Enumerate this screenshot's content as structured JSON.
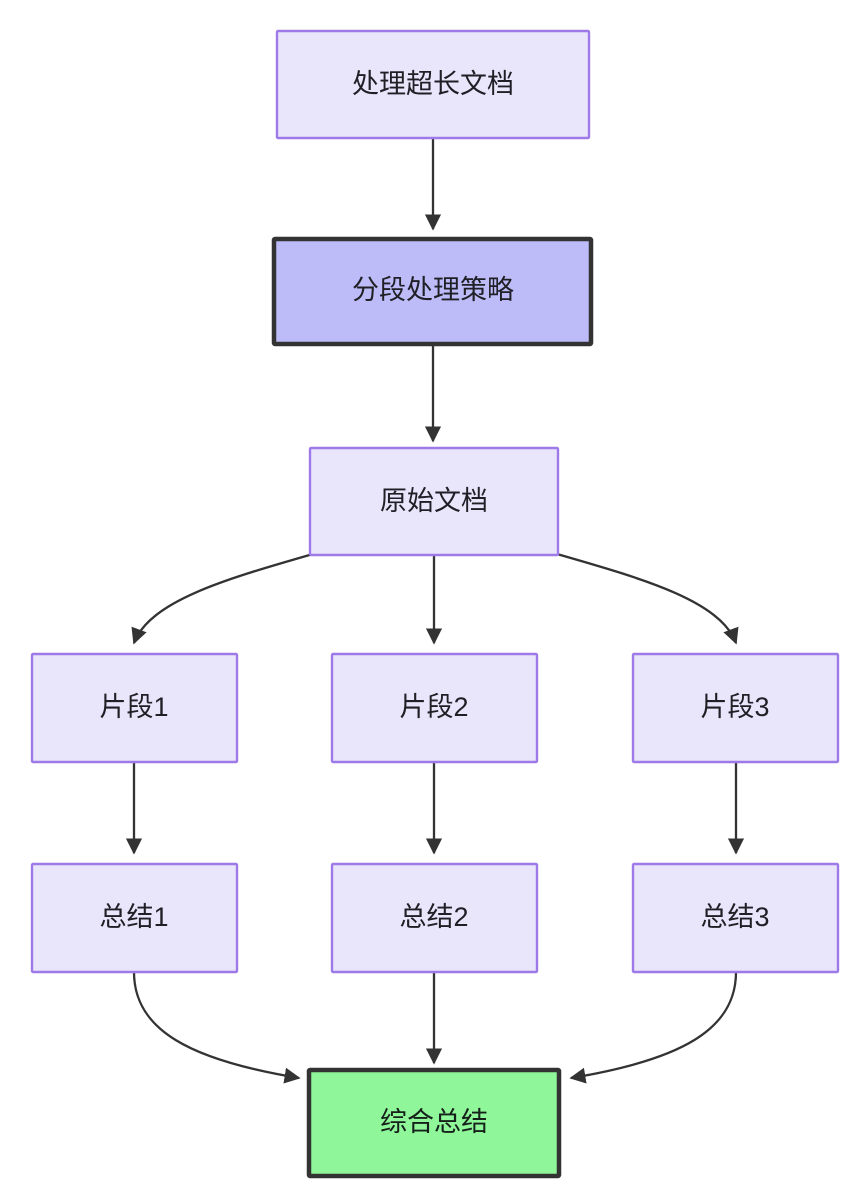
{
  "diagram": {
    "type": "flowchart",
    "direction": "top-to-bottom",
    "background_color": "#ffffff",
    "palette": {
      "node_fill": "#e9e6fc",
      "node_stroke": "#9d7ae8",
      "highlight_fill": "#bdbcf8",
      "highlight_stroke": "#333333",
      "final_fill": "#8ff79a",
      "final_stroke": "#333333",
      "edge_stroke": "#333333",
      "text_color": "#1f1f25"
    },
    "nodes": [
      {
        "id": "n1",
        "label": "处理超长文档",
        "style": "normal"
      },
      {
        "id": "n2",
        "label": "分段处理策略",
        "style": "highlight"
      },
      {
        "id": "n3",
        "label": "原始文档",
        "style": "normal"
      },
      {
        "id": "n4",
        "label": "片段1",
        "style": "normal"
      },
      {
        "id": "n5",
        "label": "片段2",
        "style": "normal"
      },
      {
        "id": "n6",
        "label": "片段3",
        "style": "normal"
      },
      {
        "id": "n7",
        "label": "总结1",
        "style": "normal"
      },
      {
        "id": "n8",
        "label": "总结2",
        "style": "normal"
      },
      {
        "id": "n9",
        "label": "总结3",
        "style": "normal"
      },
      {
        "id": "n10",
        "label": "综合总结",
        "style": "final"
      }
    ],
    "edges": [
      {
        "from": "n1",
        "to": "n2",
        "shape": "straight"
      },
      {
        "from": "n2",
        "to": "n3",
        "shape": "straight"
      },
      {
        "from": "n3",
        "to": "n4",
        "shape": "curved"
      },
      {
        "from": "n3",
        "to": "n5",
        "shape": "straight"
      },
      {
        "from": "n3",
        "to": "n6",
        "shape": "curved"
      },
      {
        "from": "n4",
        "to": "n7",
        "shape": "straight"
      },
      {
        "from": "n5",
        "to": "n8",
        "shape": "straight"
      },
      {
        "from": "n6",
        "to": "n9",
        "shape": "straight"
      },
      {
        "from": "n7",
        "to": "n10",
        "shape": "curved"
      },
      {
        "from": "n8",
        "to": "n10",
        "shape": "straight"
      },
      {
        "from": "n9",
        "to": "n10",
        "shape": "curved"
      }
    ]
  }
}
